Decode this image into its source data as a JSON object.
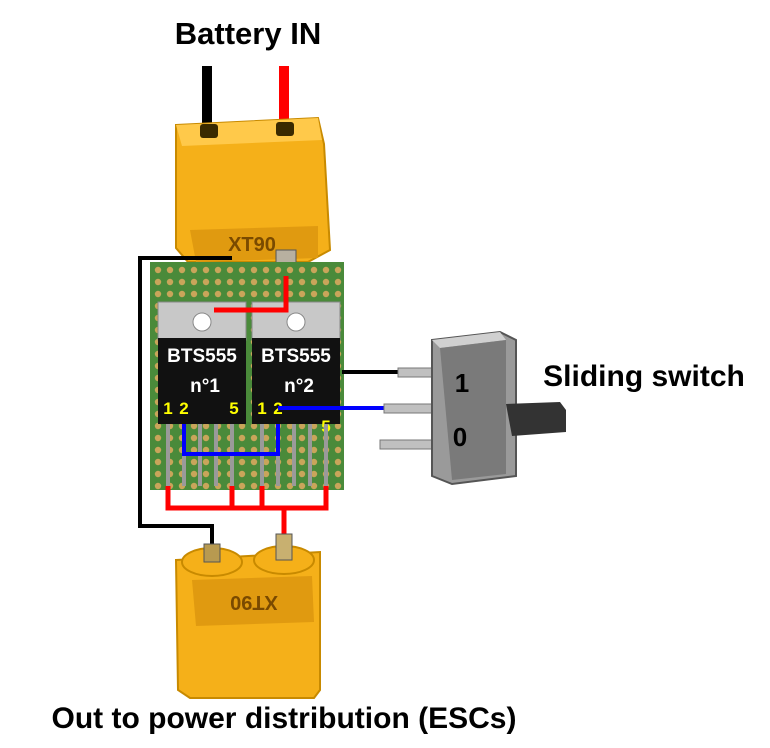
{
  "labels": {
    "battery_in": "Battery IN",
    "sliding_switch": "Sliding switch",
    "out_to_power": "Out to power distribution (ESCs)"
  },
  "connectors": {
    "top_text": "XT90",
    "bottom_text": "XT90"
  },
  "chips": [
    {
      "part": "BTS555",
      "number": "n°1",
      "pin_a": "1",
      "pin_b": "2",
      "pin_c": "5"
    },
    {
      "part": "BTS555",
      "number": "n°2",
      "pin_a": "1",
      "pin_b": "2",
      "pin_c": "5"
    }
  ],
  "switch": {
    "pos_on": "1",
    "pos_off": "0"
  },
  "colors": {
    "wire_positive": "#ff0000",
    "wire_ground": "#000000",
    "wire_control": "#0000ff",
    "connector_body": "#f5b019",
    "pcb": "#4a8a3a",
    "pin_label": "#ffff00"
  }
}
